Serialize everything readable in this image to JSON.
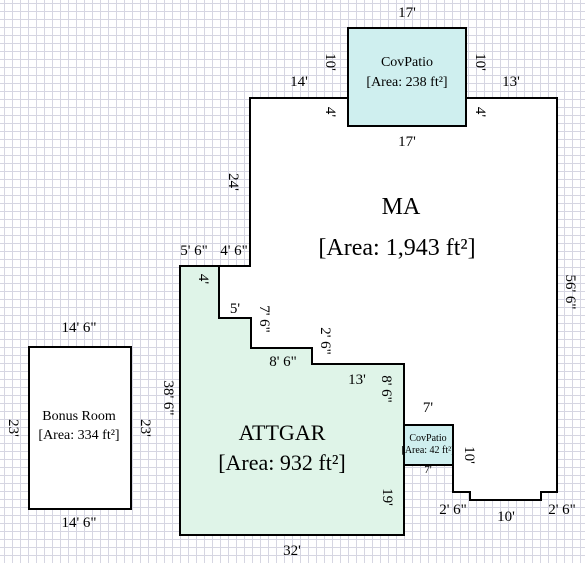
{
  "colors": {
    "grid": "#d6d6e2",
    "patio_fill": "#cfefef",
    "garage_fill": "#dff4e8",
    "walls": "#000000"
  },
  "rooms": {
    "main": {
      "name": "MA",
      "area": "[Area: 1,943 ft²]"
    },
    "garage": {
      "name": "ATTGAR",
      "area": "[Area: 932 ft²]"
    },
    "patio_top": {
      "name": "CovPatio",
      "area": "[Area: 238 ft²]"
    },
    "patio_small": {
      "name": "CovPatio",
      "area": "[Area: 42 ft²]"
    },
    "bonus": {
      "name": "Bonus Room",
      "area": "[Area: 334 ft²]"
    }
  },
  "dimensions": {
    "patio_top_width": "17'",
    "patio_bottom_width": "17'",
    "patio_left_height": "10'",
    "patio_right_height": "10'",
    "top_left": "14'",
    "top_right": "13'",
    "patio_left_step": "4'",
    "patio_right_step": "4'",
    "main_left": "24'",
    "step_55": "5' 6\"",
    "step_46": "4' 6\"",
    "garage_step_4": "4'",
    "garage_step_5": "5'",
    "garage_76": "7' 6\"",
    "garage_26": "2' 6\"",
    "garage_86_h": "8' 6\"",
    "garage_13": "13'",
    "garage_86_v": "8' 6\"",
    "garage_left": "38' 6\"",
    "garage_bottom": "32'",
    "garage_right": "19'",
    "main_right": "56' 6\"",
    "patio_small_top": "7'",
    "patio_small_right": "10'",
    "patio_small_inner": "7'",
    "bottom_26_left": "2' 6\"",
    "bottom_10": "10'",
    "bottom_26_right": "2' 6\"",
    "bonus_top": "14' 6\"",
    "bonus_bottom": "14' 6\"",
    "bonus_left": "23'",
    "bonus_right": "23'"
  }
}
